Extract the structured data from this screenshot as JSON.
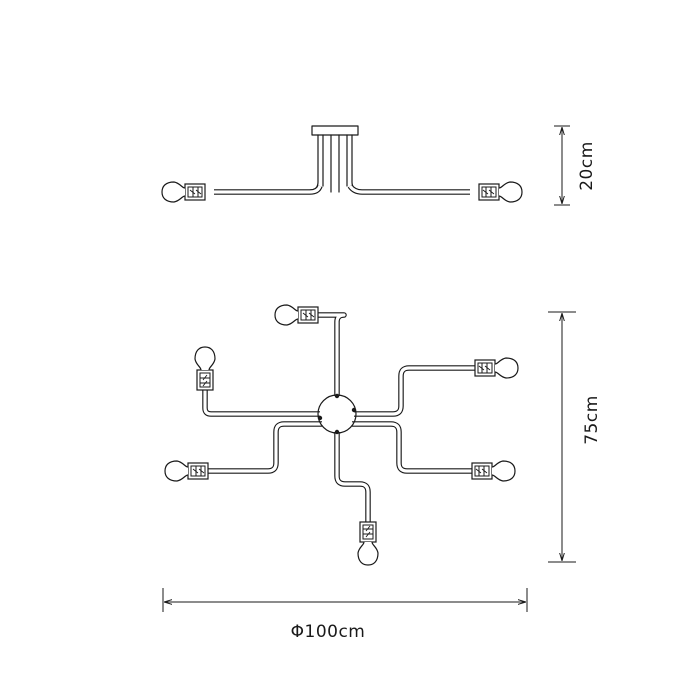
{
  "dimensions": {
    "height_side": "20cm",
    "height_top": "75cm",
    "diameter": "Φ100cm"
  }
}
